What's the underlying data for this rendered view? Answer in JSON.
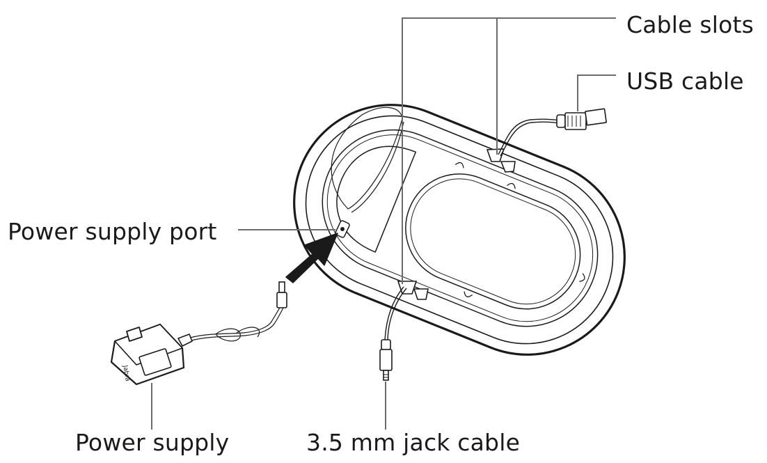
{
  "labels": {
    "cable_slots": "Cable slots",
    "usb_cable": "USB cable",
    "power_supply_port": "Power supply port",
    "power_supply": "Power supply",
    "jack_cable": "3.5 mm jack cable"
  },
  "logo": {
    "brand": "Jabra"
  },
  "colors": {
    "line": "#1a1a1a",
    "leader": "#6b6b6b",
    "fill": "#ffffff",
    "arrow": "#1a1a1a"
  }
}
